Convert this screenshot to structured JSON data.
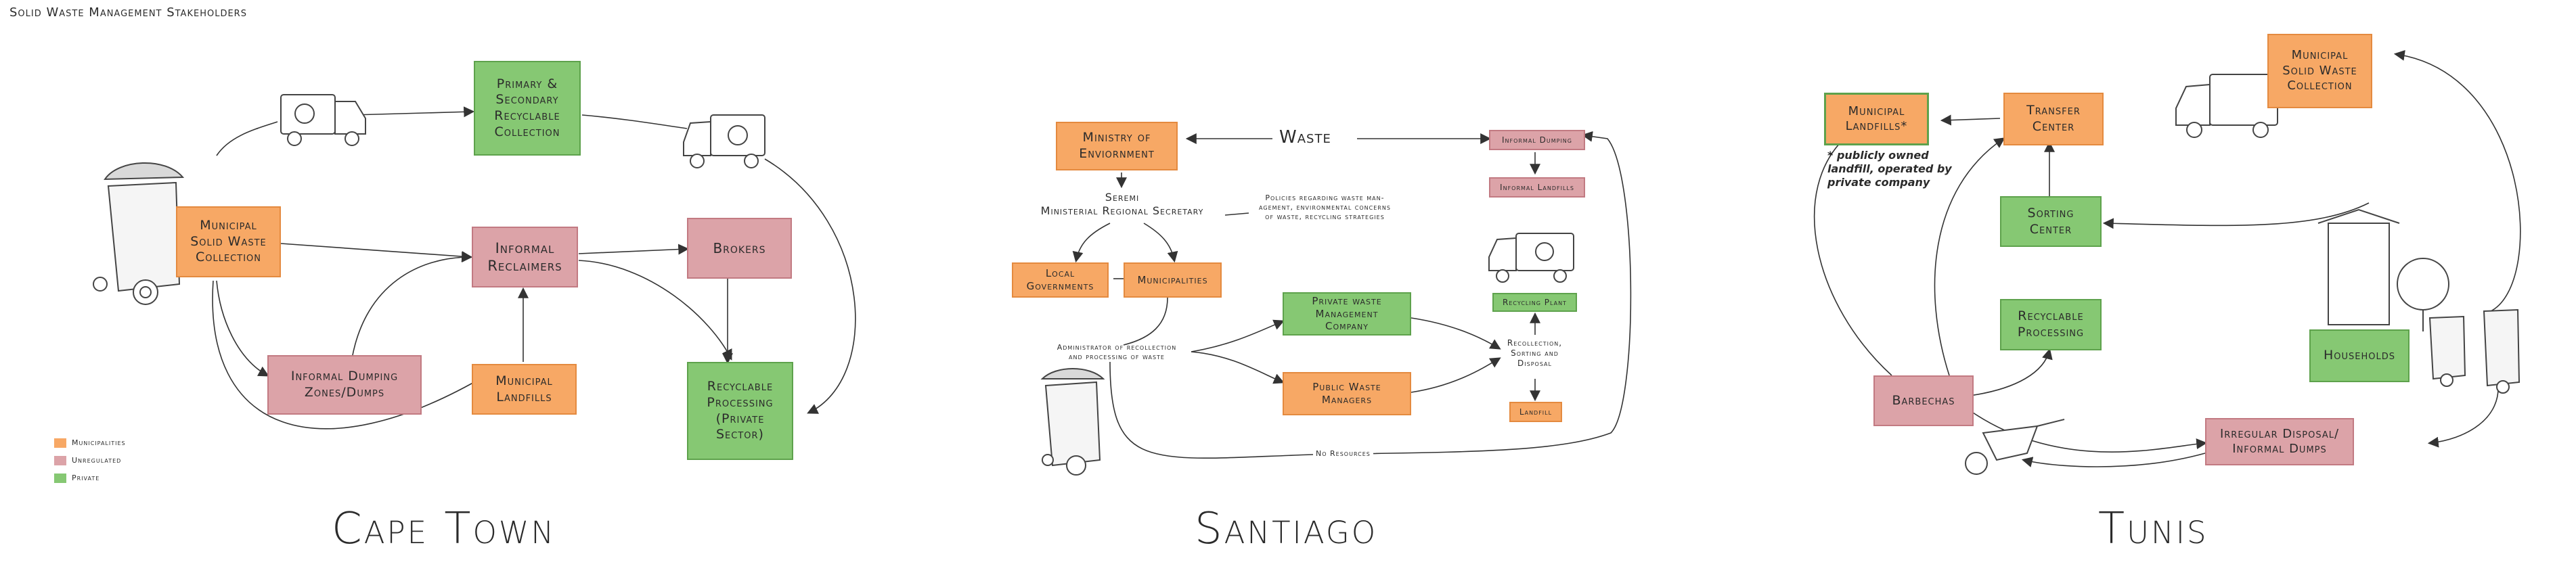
{
  "header": {
    "title": "Solid Waste Management Stakeholders"
  },
  "colors": {
    "municipal": "#f7a865",
    "unregulated": "#dca3a8",
    "private": "#86c873"
  },
  "legend": [
    {
      "label": "Municipalities",
      "color": "#f7a865"
    },
    {
      "label": "Unregulated",
      "color": "#dca3a8"
    },
    {
      "label": "Private",
      "color": "#86c873"
    }
  ],
  "cape_town": {
    "city": "Cape Town",
    "municipal_collection": "Municipal\nSolid Waste\nCollection",
    "primary_collection": "Primary &\nSecondary\nRecyclable\nCollection",
    "informal_reclaimers": "Informal\nReclaimers",
    "brokers": "Brokers",
    "informal_dumping": "Informal Dumping\nZones/Dumps",
    "municipal_landfills": "Municipal\nLandfills",
    "recyclable_processing": "Recyclable\nProcessing\n(Private\nSector)"
  },
  "santiago": {
    "city": "Santiago",
    "ministry": "Ministry of\nEnviornment",
    "waste": "Waste",
    "informal_dumping": "Informal Dumping",
    "informal_landfills": "Informal Landfills",
    "seremi": "Seremi\nMinisterial Regional Secretary",
    "policies": "Policies regarding waste man-\nagement, environmental concerns\nof waste, recycling strategies",
    "local_governments": "Local\nGovernments",
    "municipalities": "Municipalities",
    "private_company": "Private waste\nManagement\nCompany",
    "recycling_plant": "Recycling Plant",
    "administrator": "Administrator of recollection\nand processing of waste",
    "recollection": "Recollection,\nSorting and\nDisposal",
    "public_managers": "Public Waste\nManagers",
    "landfill": "Landfill",
    "no_resources": "No Resources"
  },
  "tunis": {
    "city": "Tunis",
    "municipal_landfills": "Municipal\nLandfills*",
    "landfill_note": "* publicly owned\nlandfill, operated by\nprivate company",
    "transfer_center": "Transfer\nCenter",
    "municipal_collection": "Municipal\nSolid Waste\nCollection",
    "sorting_center": "Sorting\nCenter",
    "recyclable_processing": "Recyclable\nProcessing",
    "households": "Households",
    "barbechas": "Barbechas",
    "irregular_disposal": "Irregular Disposal/\nInformal Dumps"
  }
}
